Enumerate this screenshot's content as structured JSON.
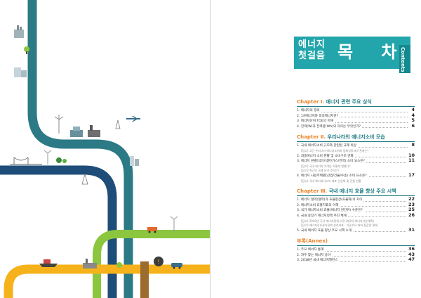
{
  "header": {
    "subtitle_line1": "에너지",
    "subtitle_line2": "첫걸음",
    "title": "목 차",
    "side_tab": "Contents"
  },
  "colors": {
    "line_teal": "#2b7a85",
    "line_navy": "#1f4d7a",
    "line_green": "#8cc63f",
    "line_orange": "#f5b21a",
    "line_brown": "#9c6b2e",
    "accent_teal": "#22a6ab",
    "accent_orange": "#e8842a"
  },
  "illustration_icons": [
    "power-plant-icon",
    "wind-turbine-icon",
    "bridge-icon",
    "tree-icon",
    "building-icon",
    "airplane-icon",
    "hydro-dam-icon",
    "factory-icon",
    "ship-icon",
    "truck-icon",
    "electric-car-icon",
    "city-icon"
  ],
  "toc": {
    "chapter1": {
      "label": "Chapter Ⅰ.",
      "title": "에너지 관련 주요 상식",
      "entries": [
        {
          "text": "1. 에너지의 정의",
          "page": "4"
        },
        {
          "text": "2. 1차에너지와 최종에너지란?",
          "page": "4"
        },
        {
          "text": "3. 에너지단위 TOE의 이해",
          "page": "5"
        },
        {
          "text": "4. 전력(W)과 전력량(Wh)의 차이는 무엇인가?",
          "page": "6"
        }
      ]
    },
    "chapter2": {
      "label": "Chapter Ⅱ.",
      "title": "우리나라의 에너지소비 모습",
      "entries": [
        {
          "text": "1. 국내 에너지소비 규모와 관련된 국제 위상",
          "page": "8"
        },
        {
          "note": "[참고] 고단 우리나라 에너지소비와 경제성장과의 관계는?"
        },
        {
          "text": "2. 최종에너지 소비 현황 및 소비구조 변화",
          "page": "10"
        },
        {
          "text": "3. 에너지 원별(석유/석탄/가스/전력) 소비 요소은?",
          "page": "11"
        },
        {
          "note": "[참고] 국내 에너지 가격은 어떻게 변했나?"
        },
        {
          "note": "[참고] 최근의 국제 유가 추이는?"
        },
        {
          "text": "4. 에너지 사용주체별(산업/건물/수송) 소비 요소은?",
          "page": "17"
        },
        {
          "note": "[참고] 국내 에너지다소비 대표 산업체 및 건물 현황"
        }
      ]
    },
    "chapter3": {
      "label": "Chapter Ⅲ.",
      "title": "국내 에너지 효율 향상 주요 시책",
      "entries": [
        {
          "text": "1. 에너지 절약(절약)과 효율향상(효율화)의 차이",
          "page": "22"
        },
        {
          "text": "2. 에너지소비 효율지표의 이해",
          "page": "23"
        },
        {
          "text": "3. 국가 에너지소비 효율(에너지 원단위) 수준은?",
          "page": "25"
        },
        {
          "text": "4. 국내 중장기 에너지정책 추진 체계",
          "page": "26"
        },
        {
          "note": "[참고] 2040년 국가 에너지정책 비전 (제3차 에너지기본계획)"
        },
        {
          "note": "[참고] 에너지수요관리정책 성과지표 · 기준수요 대비 절감량 위해"
        },
        {
          "text": "5. 국내 에너지 효율 향상 주요 시책 소개",
          "page": "31"
        }
      ]
    },
    "appendix": {
      "title": "부록(Annex)",
      "entries": [
        {
          "text": "1. 주요 에너지 통계",
          "page": "36"
        },
        {
          "text": "2. 자주 찾는 에너지 용어",
          "page": "43"
        },
        {
          "text": "3. 2018년 국내 에너지밸런스",
          "page": "47"
        }
      ]
    }
  }
}
